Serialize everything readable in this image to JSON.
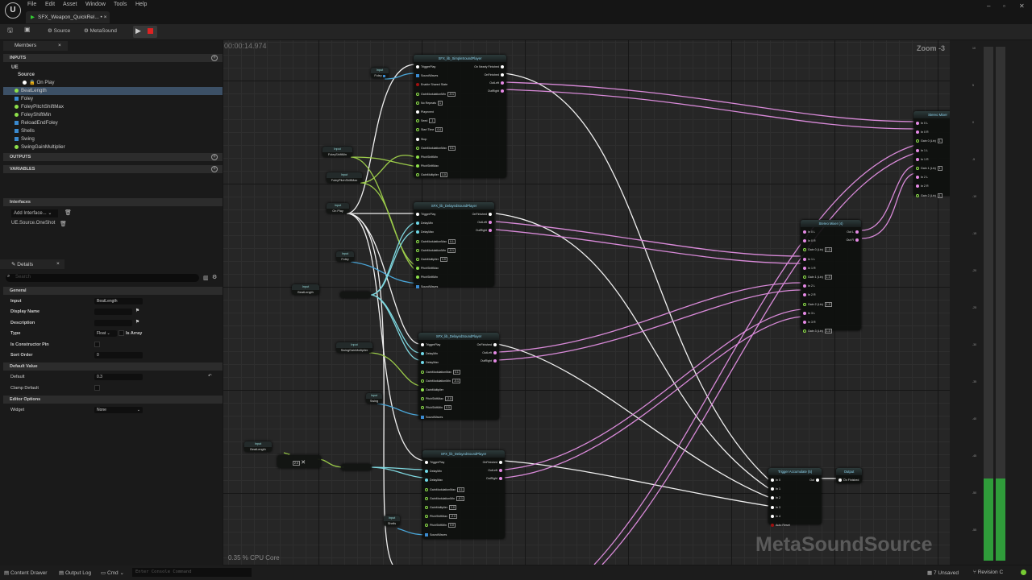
{
  "menu": [
    "File",
    "Edit",
    "Asset",
    "Window",
    "Tools",
    "Help"
  ],
  "tab": {
    "title": "SFX_Weapon_QuickRel... • ×"
  },
  "toolbar": {
    "source": "Source",
    "metasound": "MetaSound"
  },
  "members": {
    "tab": "Members",
    "inputs_label": "INPUTS",
    "ue": "UE",
    "source": "Source",
    "on_play": "On Play",
    "items": [
      {
        "name": "BeatLength",
        "type": "float"
      },
      {
        "name": "Foley",
        "type": "wave"
      },
      {
        "name": "FoleyPitchShiftMax",
        "type": "float"
      },
      {
        "name": "FoleyShiftMin",
        "type": "float"
      },
      {
        "name": "ReloadEndFoley",
        "type": "wave"
      },
      {
        "name": "Shells",
        "type": "wave"
      },
      {
        "name": "Swing",
        "type": "wave"
      },
      {
        "name": "SwingGainMultiplier",
        "type": "float"
      }
    ],
    "outputs_label": "OUTPUTS",
    "variables_label": "VARIABLES"
  },
  "interfaces": {
    "label": "Interfaces",
    "add": "Add Interface...",
    "item": "UE.Source.OneShot"
  },
  "details": {
    "tab": "Details",
    "search_placeholder": "Search",
    "general": "General",
    "input_label": "Input",
    "input_value": "BeatLength",
    "display_name": "Display Name",
    "description": "Description",
    "type_label": "Type",
    "type_value": "Float",
    "is_array": "Is Array",
    "is_constructor": "Is Constructor Pin",
    "sort_order": "Sort Order",
    "sort_value": "0",
    "default_section": "Default Value",
    "default_label": "Default",
    "default_value": "0.3",
    "clamp": "Clamp Default",
    "editor_options": "Editor Options",
    "widget": "Widget",
    "widget_value": "None"
  },
  "canvas": {
    "time": "00:00:14.974",
    "zoom": "Zoom -3",
    "cpu": "0.35 % CPU Core",
    "watermark": "MetaSoundSource"
  },
  "graph": {
    "nodes": {
      "n1": {
        "title": "SFX_lib_SimpleSoundPlayer",
        "inputs": [
          [
            "TriggerPlay",
            "exec"
          ],
          [
            "SoundWaves",
            "wave"
          ],
          [
            "Enable Shared State",
            "bool"
          ],
          [
            "GainModulationMin",
            "float",
            "-0.1"
          ],
          [
            "No Repeats",
            "float",
            "1"
          ],
          [
            "Playevent",
            "exec"
          ],
          [
            "Seed",
            "float",
            "-1"
          ],
          [
            "Start Time",
            "float",
            "0.0"
          ],
          [
            "Stop",
            "exec"
          ],
          [
            "GainModulationMax",
            "float",
            "0.1"
          ],
          [
            "PitchShiftMin",
            "floatc"
          ],
          [
            "PitchShiftMax",
            "floatc"
          ],
          [
            "GainMultiplier",
            "float",
            "1.0"
          ]
        ],
        "outputs": [
          [
            "On Nearly Finished",
            "exec"
          ],
          [
            "OnFinished",
            "exec"
          ],
          [
            "OutLeft",
            "audio"
          ],
          [
            "OutRight",
            "audio"
          ]
        ]
      },
      "n2": {
        "title": "SFX_lib_DelayedSoundPlayer",
        "inputs": [
          [
            "TriggerPlay",
            "exec"
          ],
          [
            "DelayMin",
            "time"
          ],
          [
            "DelayMax",
            "time"
          ],
          [
            "GainModulationMax",
            "float",
            "0.1"
          ],
          [
            "GainModulationMin",
            "float",
            "-0.1"
          ],
          [
            "GainMultiplier",
            "float",
            "1.0"
          ],
          [
            "PitchShiftMax",
            "floatc"
          ],
          [
            "PitchShiftMin",
            "floatc"
          ],
          [
            "SoundWaves",
            "wave"
          ]
        ],
        "outputs": [
          [
            "OnFinished",
            "exec"
          ],
          [
            "OutLeft",
            "audio"
          ],
          [
            "OutRight",
            "audio"
          ]
        ]
      },
      "n3": {
        "title": "SFX_lib_DelayedSoundPlayer",
        "inputs": [
          [
            "TriggerPlay",
            "exec"
          ],
          [
            "DelayMin",
            "time"
          ],
          [
            "DelayMax",
            "time"
          ],
          [
            "GainModulationMax",
            "float",
            "0.1"
          ],
          [
            "GainModulationMin",
            "float",
            "-0.1"
          ],
          [
            "GainMultiplier",
            "floatc"
          ],
          [
            "PitchShiftMax",
            "float",
            "-2.0"
          ],
          [
            "PitchShiftMin",
            "float",
            "0.0"
          ],
          [
            "SoundWaves",
            "wave"
          ]
        ],
        "outputs": [
          [
            "OnFinished",
            "exec"
          ],
          [
            "OutLeft",
            "audio"
          ],
          [
            "OutRight",
            "audio"
          ]
        ]
      },
      "n4": {
        "title": "SFX_lib_DelayedSoundPlayer",
        "inputs": [
          [
            "TriggerPlay",
            "exec"
          ],
          [
            "DelayMin",
            "time"
          ],
          [
            "DelayMax",
            "time"
          ],
          [
            "GainModulationMax",
            "float",
            "0.1"
          ],
          [
            "GainModulationMin",
            "float",
            "-0.1"
          ],
          [
            "GainMultiplier",
            "float",
            "1.0"
          ],
          [
            "PitchShiftMax",
            "float",
            "-2.0"
          ],
          [
            "PitchShiftMin",
            "float",
            "0.0"
          ],
          [
            "SoundWaves",
            "wave"
          ]
        ],
        "outputs": [
          [
            "OnFinished",
            "exec"
          ],
          [
            "OutLeft",
            "audio"
          ],
          [
            "OutRight",
            "audio"
          ]
        ]
      },
      "mix": {
        "title": "Stereo Mixer (4)",
        "inputs": [
          [
            "In 0 L",
            "audio"
          ],
          [
            "In 0 R",
            "audio"
          ],
          [
            "Gain 0 (Lin)",
            "float",
            "1.0"
          ],
          [
            "In 1 L",
            "audio"
          ],
          [
            "In 1 R",
            "audio"
          ],
          [
            "Gain 1 (Lin)",
            "float",
            "1.0"
          ],
          [
            "In 2 L",
            "audio"
          ],
          [
            "In 2 R",
            "audio"
          ],
          [
            "Gain 2 (Lin)",
            "float",
            "1.0"
          ],
          [
            "In 3 L",
            "audio"
          ],
          [
            "In 3 R",
            "audio"
          ],
          [
            "Gain 3 (Lin)",
            "float",
            "1.0"
          ]
        ],
        "outputs": [
          [
            "Out L",
            "audio"
          ],
          [
            "Out R",
            "audio"
          ]
        ]
      },
      "mix2": {
        "title": "Stereo Mixer",
        "inputs": [
          [
            "In 0 L",
            "audio"
          ],
          [
            "In 0 R",
            "audio"
          ],
          [
            "Gain 0 (Lin)",
            "float",
            "1"
          ],
          [
            "In 1 L",
            "audio"
          ],
          [
            "In 1 R",
            "audio"
          ],
          [
            "Gain 1 (Lin)",
            "float",
            "1"
          ],
          [
            "In 2 L",
            "audio"
          ],
          [
            "In 2 R",
            "audio"
          ],
          [
            "Gain 2 (Lin)",
            "float",
            "1"
          ]
        ],
        "outputs": []
      },
      "acc": {
        "title": "Trigger Accumulate (5)",
        "inputs": [
          [
            "In 0",
            "exec"
          ],
          [
            "In 1",
            "exec"
          ],
          [
            "In 2",
            "exec"
          ],
          [
            "In 3",
            "exec"
          ],
          [
            "In 4",
            "exec"
          ],
          [
            "Auto Reset",
            "bool"
          ]
        ],
        "outputs": [
          [
            "Out",
            "exec"
          ]
        ]
      },
      "out": {
        "title": "Output",
        "inputs": [
          [
            "On Finished",
            "exec"
          ]
        ],
        "outputs": []
      }
    },
    "input_header": "Input",
    "inputs": [
      "Foley",
      "FoleyShiftMin",
      "FoleyPitchShiftMax",
      "On Play",
      "Foley",
      "BeatLength",
      "SwingGainMultiplier",
      "Swing",
      "BeatLength",
      "Shells"
    ],
    "multiply_value": "2.0"
  },
  "meter": {
    "ticks": [
      "10",
      "5",
      "0",
      "-5",
      "-10",
      "-15",
      "-20",
      "-25",
      "-30",
      "-35",
      "-40",
      "-45",
      "-50",
      "-55"
    ],
    "level_left": 0.16,
    "level_right": 0.16
  },
  "status": {
    "content_drawer": "Content Drawer",
    "output_log": "Output Log",
    "cmd": "Cmd",
    "console_placeholder": "Enter Console Command",
    "unsaved": "7 Unsaved",
    "revision": "Revision C"
  },
  "colors": {
    "exec": "#ffffff",
    "audio": "#e68ae6",
    "float": "#8ee04a",
    "wave": "#3a8ad0",
    "time": "#6fd8e8",
    "bool": "#a01010",
    "accent": "#3c5066"
  }
}
